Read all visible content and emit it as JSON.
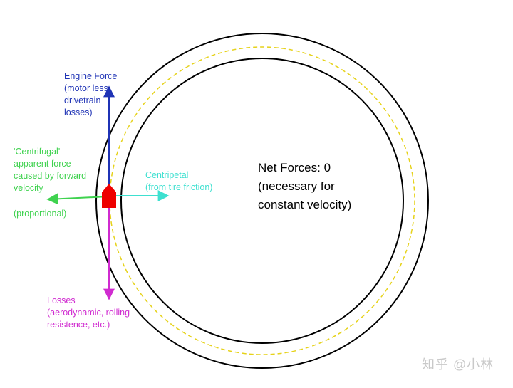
{
  "colors": {
    "engine": "#1f33b5",
    "centripetal": "#3ee0d0",
    "centrifugal": "#3fd24f",
    "losses": "#d02bd0",
    "car": "#ee0000",
    "track_center": "#e6d21a"
  },
  "labels": {
    "engine": [
      "Engine Force",
      "(motor less",
      "drivetrain",
      "losses)"
    ],
    "centrifugal": [
      "'Centrifugal'",
      "apparent force",
      "caused by forward",
      "velocity"
    ],
    "centrifugal_note": "(proportional)",
    "centripetal": [
      "Centripetal",
      "(from tire friction)"
    ],
    "losses": [
      "Losses",
      "(aerodynamic, rolling",
      "resistence, etc.)"
    ],
    "net": [
      "Net Forces: 0",
      "(necessary for",
      "constant velocity)"
    ]
  },
  "watermark": "知乎 @小林"
}
